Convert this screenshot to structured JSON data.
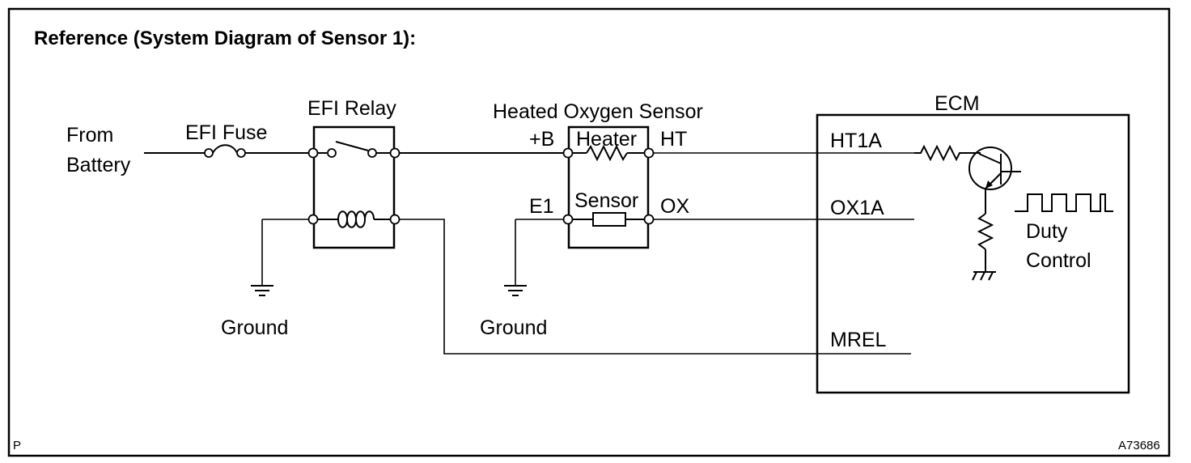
{
  "title": "Reference (System Diagram of Sensor 1):",
  "labels": {
    "from": "From",
    "battery": "Battery",
    "efi_fuse": "EFI Fuse",
    "efi_relay": "EFI Relay",
    "heated_oxygen_sensor": "Heated Oxygen Sensor",
    "plus_b": "+B",
    "heater": "Heater",
    "ht": "HT",
    "e1": "E1",
    "sensor": "Sensor",
    "ox": "OX",
    "ground_left": "Ground",
    "ground_right": "Ground",
    "ecm": "ECM",
    "ht1a": "HT1A",
    "ox1a": "OX1A",
    "mrel": "MREL",
    "duty": "Duty",
    "control": "Control"
  },
  "corner": {
    "left": "P",
    "right": "A73686"
  }
}
